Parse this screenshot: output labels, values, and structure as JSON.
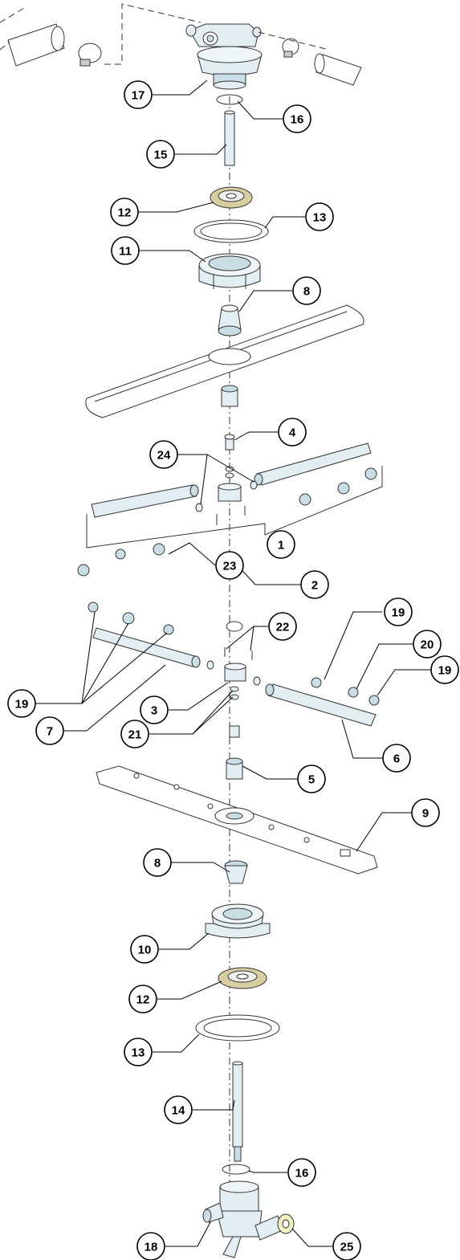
{
  "diagram": {
    "callouts": [
      {
        "id": "c17a",
        "label": "17"
      },
      {
        "id": "c16a",
        "label": "16"
      },
      {
        "id": "c15",
        "label": "15"
      },
      {
        "id": "c12a",
        "label": "12"
      },
      {
        "id": "c13a",
        "label": "13"
      },
      {
        "id": "c11",
        "label": "11"
      },
      {
        "id": "c8a",
        "label": "8"
      },
      {
        "id": "c4",
        "label": "4"
      },
      {
        "id": "c24",
        "label": "24"
      },
      {
        "id": "c1",
        "label": "1"
      },
      {
        "id": "c2",
        "label": "2"
      },
      {
        "id": "c23",
        "label": "23"
      },
      {
        "id": "c19a",
        "label": "19"
      },
      {
        "id": "c22",
        "label": "22"
      },
      {
        "id": "c20",
        "label": "20"
      },
      {
        "id": "c19b",
        "label": "19"
      },
      {
        "id": "c19c",
        "label": "19"
      },
      {
        "id": "c3",
        "label": "3"
      },
      {
        "id": "c7",
        "label": "7"
      },
      {
        "id": "c21",
        "label": "21"
      },
      {
        "id": "c6",
        "label": "6"
      },
      {
        "id": "c5",
        "label": "5"
      },
      {
        "id": "c9",
        "label": "9"
      },
      {
        "id": "c8b",
        "label": "8"
      },
      {
        "id": "c10",
        "label": "10"
      },
      {
        "id": "c12b",
        "label": "12"
      },
      {
        "id": "c13b",
        "label": "13"
      },
      {
        "id": "c14",
        "label": "14"
      },
      {
        "id": "c16b",
        "label": "16"
      },
      {
        "id": "c18",
        "label": "18"
      },
      {
        "id": "c25",
        "label": "25"
      }
    ],
    "colors": {
      "part_fill": "#e3eef2",
      "part_shade": "#c9dde4",
      "washer_tan": "#d8cfa0",
      "cap_yellow": "#f2f0c0",
      "outline": "#333333"
    }
  }
}
